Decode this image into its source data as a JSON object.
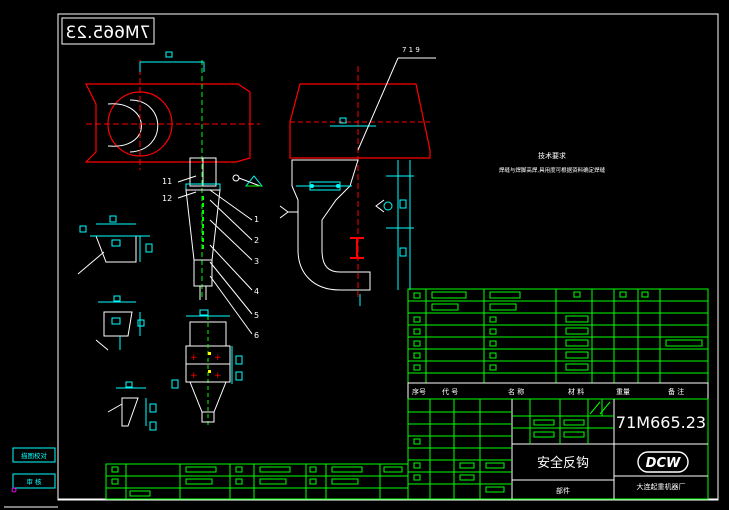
{
  "drawing": {
    "code_mirrored": "7M665.23",
    "code_titleblock": "71M665.23",
    "part_name": "安全反钩",
    "company_logo": "DCW",
    "company_name": "大连起重机器厂",
    "sheet_label": "部件"
  },
  "technical_requirements": {
    "title": "技术要求",
    "line1": "焊缝与焊脚高焊,具用度可根据资料确定焊缝"
  },
  "parts_table_header": {
    "col_seq": "序号",
    "col_code": "代 号",
    "col_name": "名 称",
    "col_material": "材 料",
    "col_weight": "重量",
    "col_remark": "备 注"
  },
  "balloons": [
    "11",
    "12",
    "1",
    "2",
    "3",
    "4",
    "5",
    "6"
  ],
  "left_stamps": [
    "描图校对",
    "审 核"
  ],
  "colors": {
    "background": "#000000",
    "border": "#ffffff",
    "outline_red": "#ff0000",
    "table_green": "#00ff00",
    "dimension_cyan": "#00ffff",
    "text_white": "#ffffff"
  }
}
